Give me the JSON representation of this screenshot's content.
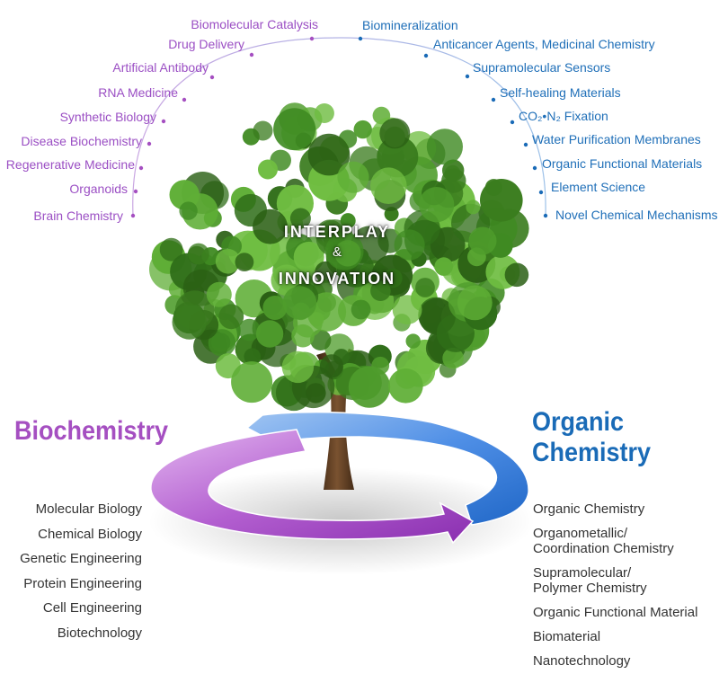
{
  "center": {
    "line1": "INTERPLAY",
    "amp": "&",
    "line2": "INNOVATION"
  },
  "arc_left": [
    "Biomolecular Catalysis",
    "Drug Delivery",
    "Artificial Antibody",
    "RNA Medicine",
    "Synthetic Biology",
    "Disease Biochemistry",
    "Regenerative Medicine",
    "Organoids",
    "Brain Chemistry"
  ],
  "arc_right": [
    "Biomineralization",
    "Anticancer Agents, Medicinal Chemistry",
    "Supramolecular Sensors",
    "Self-healing Materials",
    "CO₂•N₂ Fixation",
    "Water Purification Membranes",
    "Organic Functional Materials",
    "Element Science",
    "Novel Chemical Mechanisms"
  ],
  "biochemistry": {
    "heading": "Biochemistry",
    "items": [
      "Molecular Biology",
      "Chemical Biology",
      "Genetic Engineering",
      "Protein Engineering",
      "Cell Engineering",
      "Biotechnology"
    ]
  },
  "organic_chemistry": {
    "heading_line1": "Organic",
    "heading_line2": "Chemistry",
    "items": [
      "Organic Chemistry",
      "Organometallic/\nCoordination Chemistry",
      "Supramolecular/\nPolymer Chemistry",
      "Organic Functional Material",
      "Biomaterial",
      "Nanotechnology"
    ]
  },
  "colors": {
    "purple": "#a54fc1",
    "blue": "#1a6bb7",
    "arc_line": "#b9a6d9",
    "foliage": "#3f8a22",
    "trunk": "#5b3a1e"
  }
}
